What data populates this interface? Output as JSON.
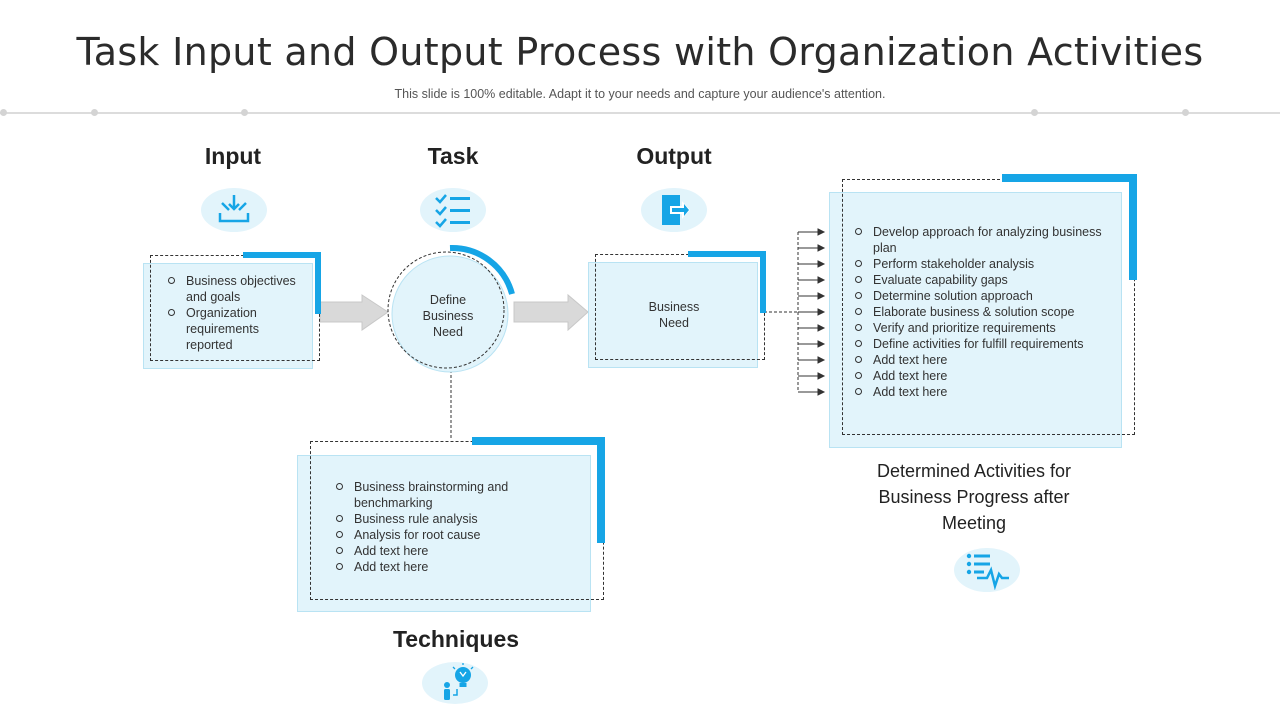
{
  "header": {
    "title": "Task Input and Output Process with Organization Activities",
    "subtitle": "This slide is 100% editable. Adapt it to your needs and capture your audience's attention."
  },
  "input": {
    "heading": "Input",
    "icon": "inbox-arrows-icon",
    "items": [
      "Business objectives and goals",
      "Organization requirements reported"
    ]
  },
  "task": {
    "heading": "Task",
    "icon": "checklist-icon",
    "center_label": "Define Business Need"
  },
  "output": {
    "heading": "Output",
    "icon": "exit-arrow-icon",
    "box_label": "Business Need"
  },
  "activities": {
    "items": [
      "Develop approach for analyzing business plan",
      "Perform stakeholder analysis",
      "Evaluate capability gaps",
      "Determine solution approach",
      "Elaborate business & solution scope",
      "Verify and prioritize requirements",
      "Define activities for fulfill requirements",
      "Add text here",
      "Add text here",
      "Add text here"
    ],
    "caption": "Determined Activities for Business Progress after Meeting",
    "icon": "pulse-list-icon"
  },
  "techniques": {
    "heading": "Techniques",
    "icon": "idea-bulb-person-icon",
    "items": [
      "Business brainstorming and benchmarking",
      "Business rule analysis",
      "Analysis for root cause",
      "Add text here",
      "Add text here"
    ]
  },
  "colors": {
    "accent": "#16a5e6",
    "card_fill": "#e2f4fb",
    "arrow_fill": "#d9d9d9"
  }
}
